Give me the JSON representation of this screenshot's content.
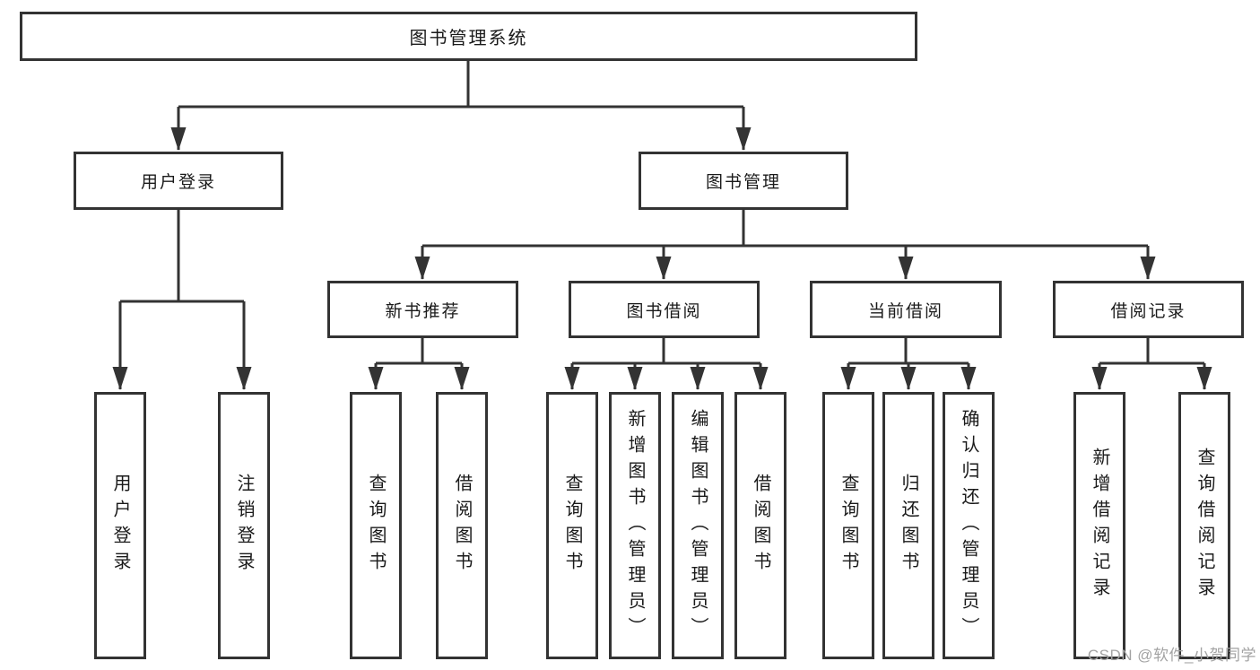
{
  "tree": {
    "label": "图书管理系统",
    "children": [
      {
        "label": "用户登录",
        "children": [
          {
            "label": "用户登录"
          },
          {
            "label": "注销登录"
          }
        ]
      },
      {
        "label": "图书管理",
        "children": [
          {
            "label": "新书推荐",
            "children": [
              {
                "label": "查询图书"
              },
              {
                "label": "借阅图书"
              }
            ]
          },
          {
            "label": "图书借阅",
            "children": [
              {
                "label": "查询图书"
              },
              {
                "label": "新增图书（管理员）"
              },
              {
                "label": "编辑图书（管理员）"
              },
              {
                "label": "借阅图书"
              }
            ]
          },
          {
            "label": "当前借阅",
            "children": [
              {
                "label": "查询图书"
              },
              {
                "label": "归还图书"
              },
              {
                "label": "确认归还（管理员）"
              }
            ]
          },
          {
            "label": "借阅记录",
            "children": [
              {
                "label": "新增借阅记录"
              },
              {
                "label": "查询借阅记录"
              }
            ]
          }
        ]
      }
    ]
  },
  "watermark": "CSDN @软件_小贺同学",
  "colors": {
    "line": "#333333",
    "box_border": "#333333",
    "box_background": "#ffffff",
    "text": "#1a1a1a",
    "watermark": "#a3a3a3",
    "page_background": "#ffffff"
  }
}
